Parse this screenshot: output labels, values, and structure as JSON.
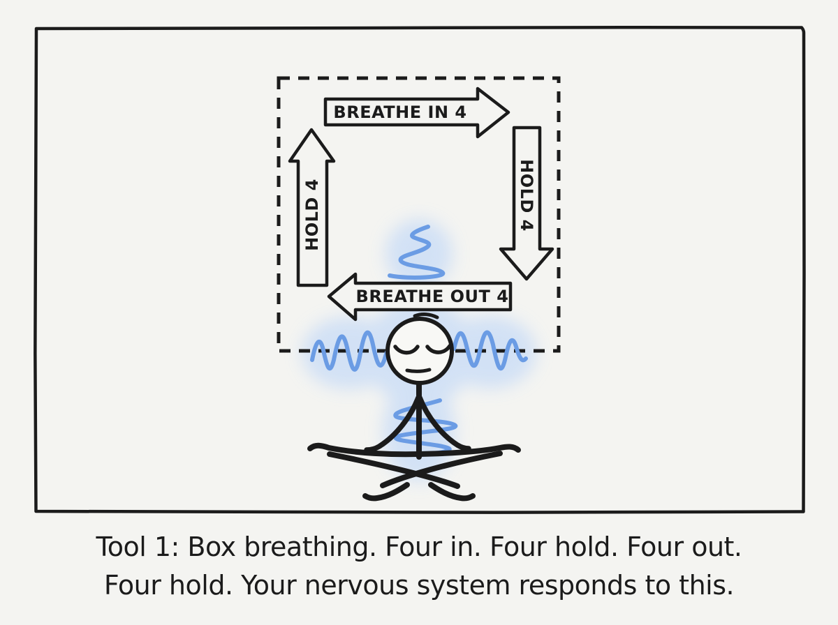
{
  "caption": {
    "line1": "Tool 1: Box breathing. Four in. Four hold. Four out.",
    "line2": "Four hold. Your nervous system responds to this."
  },
  "diagram": {
    "steps": [
      {
        "id": "breathe-in",
        "label": "BREATHE IN 4",
        "direction": "right",
        "count": 4
      },
      {
        "id": "hold-after-in",
        "label": "HOLD 4",
        "direction": "down",
        "count": 4
      },
      {
        "id": "breathe-out",
        "label": "BREATHE OUT 4",
        "direction": "left",
        "count": 4
      },
      {
        "id": "hold-after-out",
        "label": "HOLD 4",
        "direction": "up",
        "count": 4
      }
    ]
  },
  "colors": {
    "ink": "#1b1b1b",
    "paper": "#f4f4f1",
    "breath_blue": "#6b9ce4",
    "glow_blue": "#c7dbf7"
  }
}
